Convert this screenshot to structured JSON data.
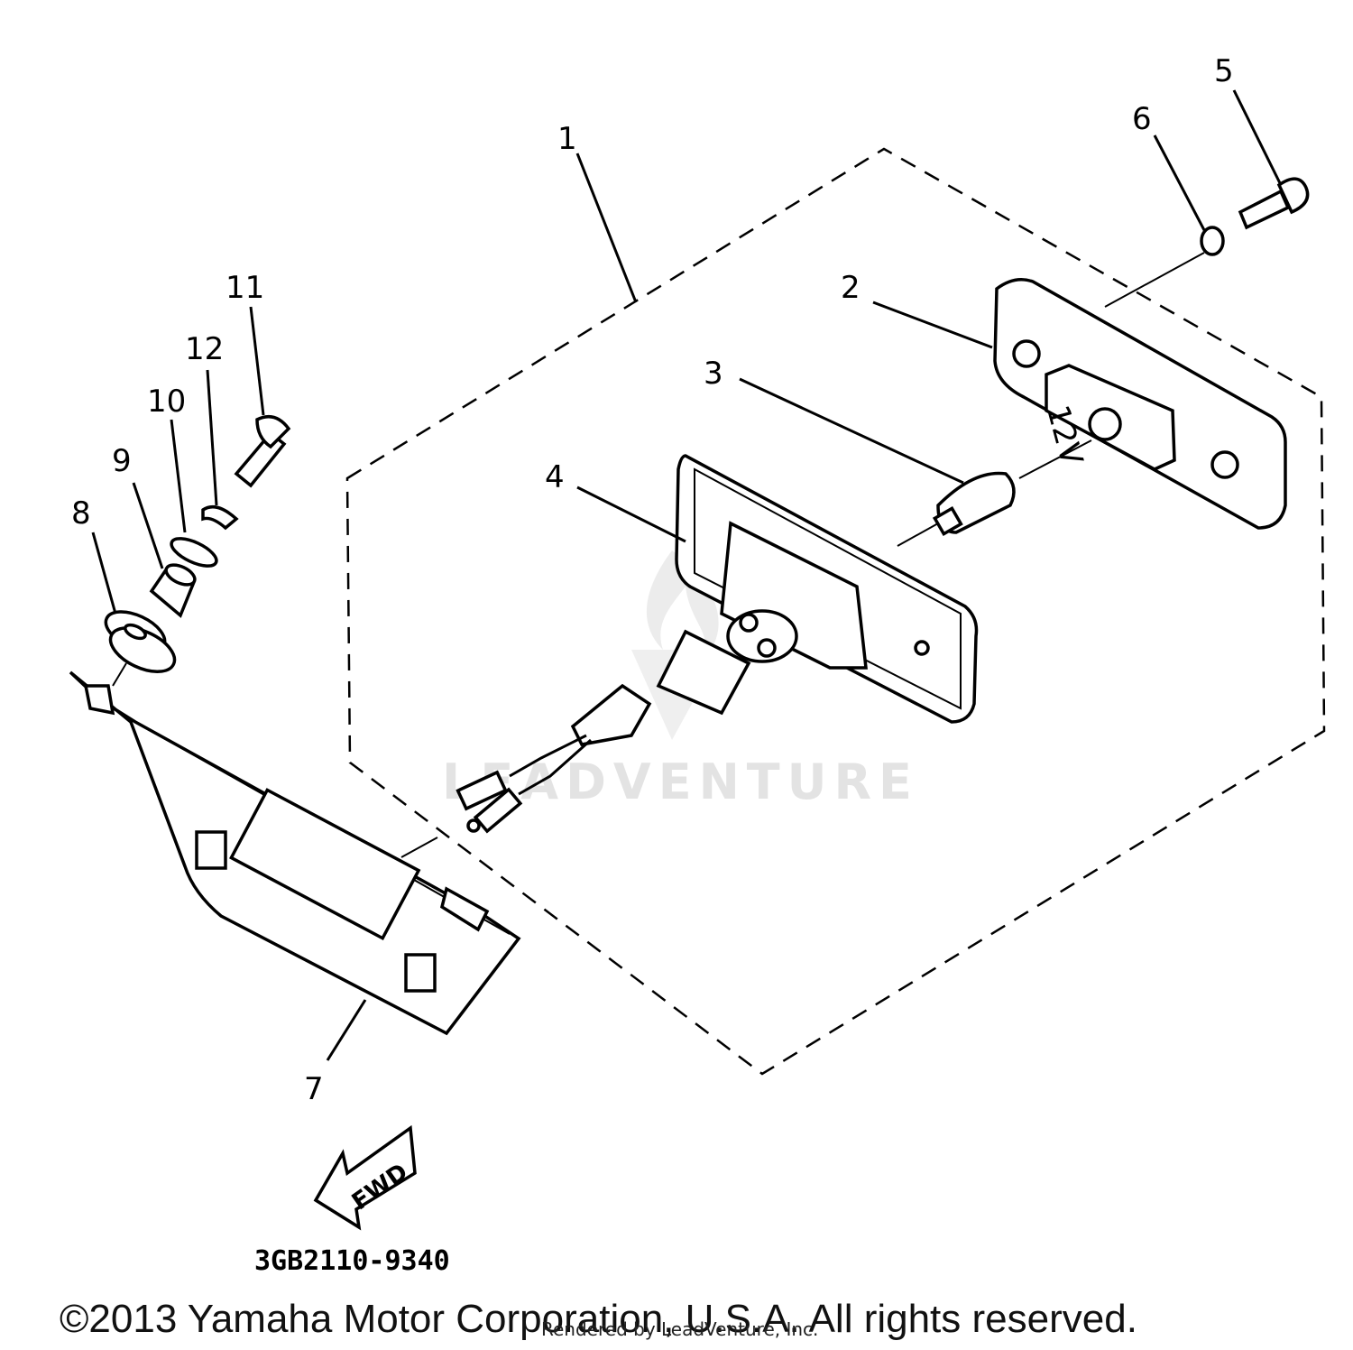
{
  "callouts": {
    "c1": "1",
    "c2": "2",
    "c3": "3",
    "c4": "4",
    "c5": "5",
    "c6": "6",
    "c7": "7",
    "c8": "8",
    "c9": "9",
    "c10": "10",
    "c11": "11",
    "c12": "12"
  },
  "part_number": "3GB2110-9340",
  "fwd_label": "FWD",
  "bulb_marking": "12V",
  "watermark": "LEADVENTURE",
  "copyright": "©2013 Yamaha Motor Corporation, U.S.A. All rights reserved.",
  "rendered_by": "Rendered by LeadVenture, Inc."
}
